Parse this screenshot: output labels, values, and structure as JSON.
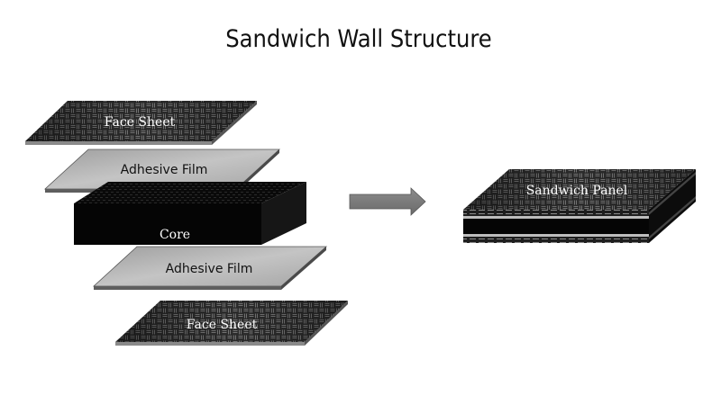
{
  "diagram": {
    "title": "Sandwich Wall Structure",
    "layers": {
      "top_face_sheet": "Face Sheet",
      "top_adhesive": "Adhesive Film",
      "core": "Core",
      "bottom_adhesive": "Adhesive Film",
      "bottom_face_sheet": "Face Sheet"
    },
    "result": "Sandwich Panel"
  },
  "colors": {
    "face_sheet": "#3a3a3a",
    "adhesive": "#b8b8b8",
    "core": "#050505",
    "arrow": "#7a7a7a"
  }
}
